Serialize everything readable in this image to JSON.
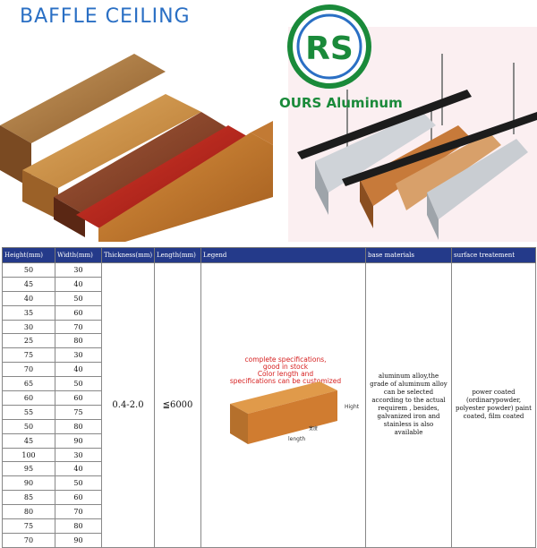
{
  "title": "BAFFLE CEILING",
  "brand": "OURS Aluminum",
  "logo_letters": "RS",
  "colors": {
    "title": "#2a6fc4",
    "header_bg": "#243a8a",
    "logo_green": "#1a8a3a",
    "legend_text": "#d62020"
  },
  "table": {
    "headers": [
      "Height(mm)",
      "Width(mm)",
      "Thickness(mm)",
      "Length(mm)",
      "Legend",
      "base materials",
      "surface treatement"
    ],
    "rows": [
      [
        "50",
        "30"
      ],
      [
        "45",
        "40"
      ],
      [
        "40",
        "50"
      ],
      [
        "35",
        "60"
      ],
      [
        "30",
        "70"
      ],
      [
        "25",
        "80"
      ],
      [
        "75",
        "30"
      ],
      [
        "70",
        "40"
      ],
      [
        "65",
        "50"
      ],
      [
        "60",
        "60"
      ],
      [
        "55",
        "75"
      ],
      [
        "50",
        "80"
      ],
      [
        "45",
        "90"
      ],
      [
        "100",
        "30"
      ],
      [
        "95",
        "40"
      ],
      [
        "90",
        "50"
      ],
      [
        "85",
        "60"
      ],
      [
        "80",
        "70"
      ],
      [
        "75",
        "80"
      ],
      [
        "70",
        "90"
      ]
    ],
    "thickness": "0.4-2.0",
    "length": "≦6000",
    "legend_caption": [
      "complete specifications,",
      "good in stock",
      "Color length and",
      "specifications can be customized"
    ],
    "legend_labels": {
      "height": "Hight",
      "width": "宽度",
      "length": "length"
    },
    "base_materials": "aluminum alloy,the grade of aluminum alloy can be selected according to the actual requirem , besides, galvanized iron and stainless is also available",
    "surface_treatment": "power coated (ordinarypowder, polyester powder) paint coated, film coated"
  }
}
